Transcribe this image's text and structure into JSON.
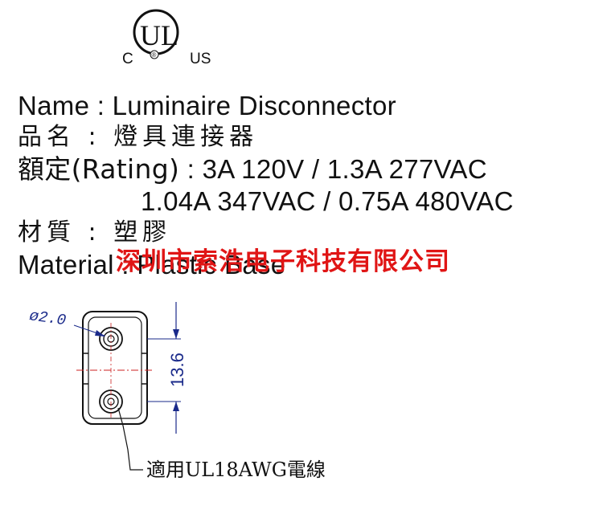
{
  "logo": {
    "c": "C",
    "us": "US",
    "ul": "UL",
    "registered": "®"
  },
  "specs": {
    "name_en": {
      "label": "Name",
      "sep": " : ",
      "value": "Luminaire Disconnector"
    },
    "name_zh": {
      "label": "品名",
      "sep": " : ",
      "value": "燈具連接器"
    },
    "rating": {
      "label": "額定(Rating)",
      "sep": " : ",
      "value": "3A 120V / 1.3A 277VAC"
    },
    "rating_cont": "1.04A 347VAC / 0.75A 480VAC",
    "material_zh": {
      "label": "材質",
      "sep": " : ",
      "value": "塑膠"
    },
    "material_en": {
      "label": "Material",
      "sep": " : ",
      "value": "Plastic Base"
    }
  },
  "watermark": "深圳市索浩电子科技有限公司",
  "drawing": {
    "hole_diameter": "ø2.0",
    "pitch": "13.6",
    "wire_note": "適用UL18AWG電線"
  }
}
